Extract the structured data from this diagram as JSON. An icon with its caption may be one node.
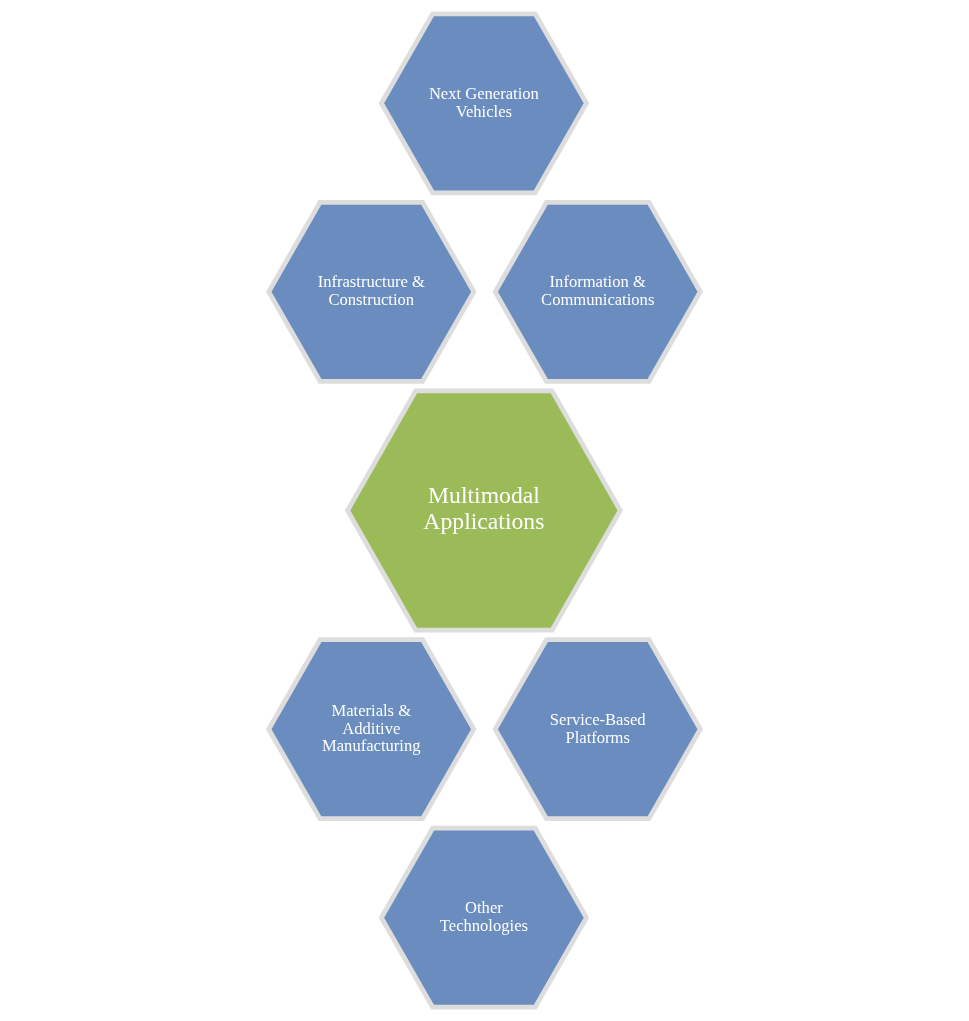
{
  "diagram": {
    "nodes": [
      {
        "text": [
          "Next Generation Vehicles"
        ]
      },
      {
        "text": [
          "Infrastructure & Construction"
        ]
      },
      {
        "text": [
          "Information & Communications"
        ]
      },
      {
        "text": [
          "Multimodal Applications"
        ]
      },
      {
        "text": [
          "Materials & Additive Manufacturing"
        ]
      },
      {
        "text": [
          "Service-Based Platforms"
        ]
      },
      {
        "text": [
          "Other Technologies"
        ]
      }
    ]
  }
}
